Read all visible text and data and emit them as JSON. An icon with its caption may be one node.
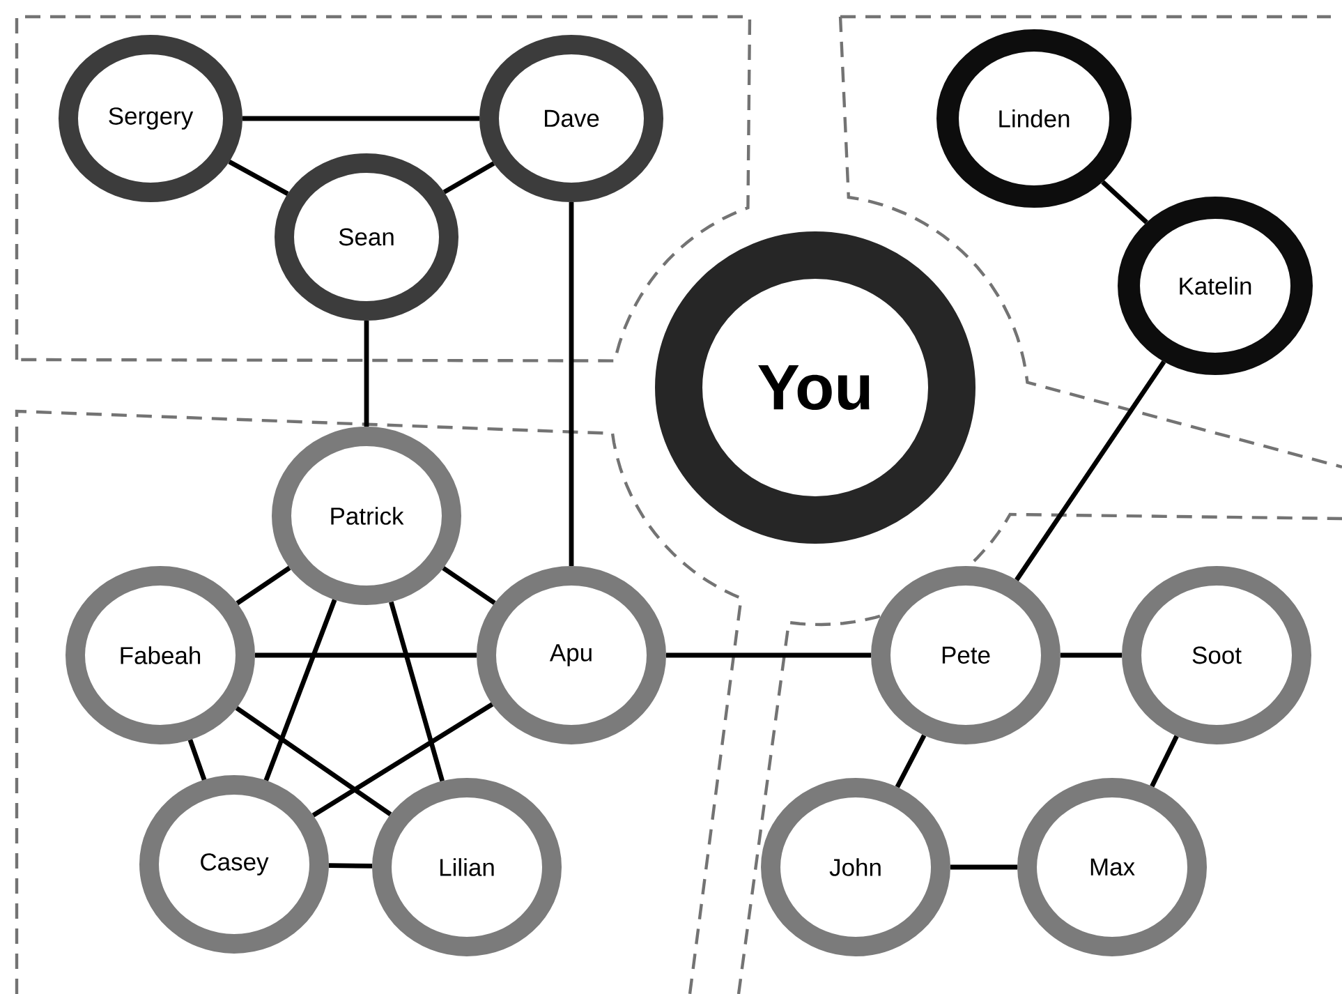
{
  "diagram": {
    "nodes": [
      {
        "text": [
          "Sergery"
        ]
      },
      {
        "text": [
          "Dave"
        ]
      },
      {
        "text": [
          "Sean"
        ]
      },
      {
        "text": [
          "Linden"
        ]
      },
      {
        "text": [
          "Katelin"
        ]
      },
      {
        "text": [
          "You"
        ]
      },
      {
        "text": [
          "Patrick"
        ]
      },
      {
        "text": [
          "Fabeah"
        ]
      },
      {
        "text": [
          "Apu"
        ]
      },
      {
        "text": [
          "Casey"
        ]
      },
      {
        "text": [
          "Lilian"
        ]
      },
      {
        "text": [
          "Pete"
        ]
      },
      {
        "text": [
          "Soot"
        ]
      },
      {
        "text": [
          "John"
        ]
      },
      {
        "text": [
          "Max"
        ]
      }
    ],
    "edges": [
      {
        "from": 0,
        "to": 1,
        "arrow": "none"
      },
      {
        "from": 0,
        "to": 2,
        "arrow": "none"
      },
      {
        "from": 2,
        "to": 1,
        "arrow": "none"
      },
      {
        "from": 2,
        "to": 6,
        "arrow": "none"
      },
      {
        "from": 1,
        "to": 8,
        "arrow": "none"
      },
      {
        "from": 3,
        "to": 4,
        "arrow": "none"
      },
      {
        "from": 4,
        "to": 11,
        "arrow": "none"
      },
      {
        "from": 6,
        "to": 7,
        "arrow": "none"
      },
      {
        "from": 6,
        "to": 8,
        "arrow": "none"
      },
      {
        "from": 6,
        "to": 9,
        "arrow": "none"
      },
      {
        "from": 6,
        "to": 10,
        "arrow": "none"
      },
      {
        "from": 7,
        "to": 8,
        "arrow": "none"
      },
      {
        "from": 7,
        "to": 9,
        "arrow": "none"
      },
      {
        "from": 7,
        "to": 10,
        "arrow": "none"
      },
      {
        "from": 8,
        "to": 9,
        "arrow": "none"
      },
      {
        "from": 9,
        "to": 10,
        "arrow": "none"
      },
      {
        "from": 8,
        "to": 11,
        "arrow": "none"
      },
      {
        "from": 11,
        "to": 12,
        "arrow": "none"
      },
      {
        "from": 11,
        "to": 13,
        "arrow": "none"
      },
      {
        "from": 12,
        "to": 14,
        "arrow": "none"
      },
      {
        "from": 13,
        "to": 14,
        "arrow": "none"
      }
    ]
  }
}
